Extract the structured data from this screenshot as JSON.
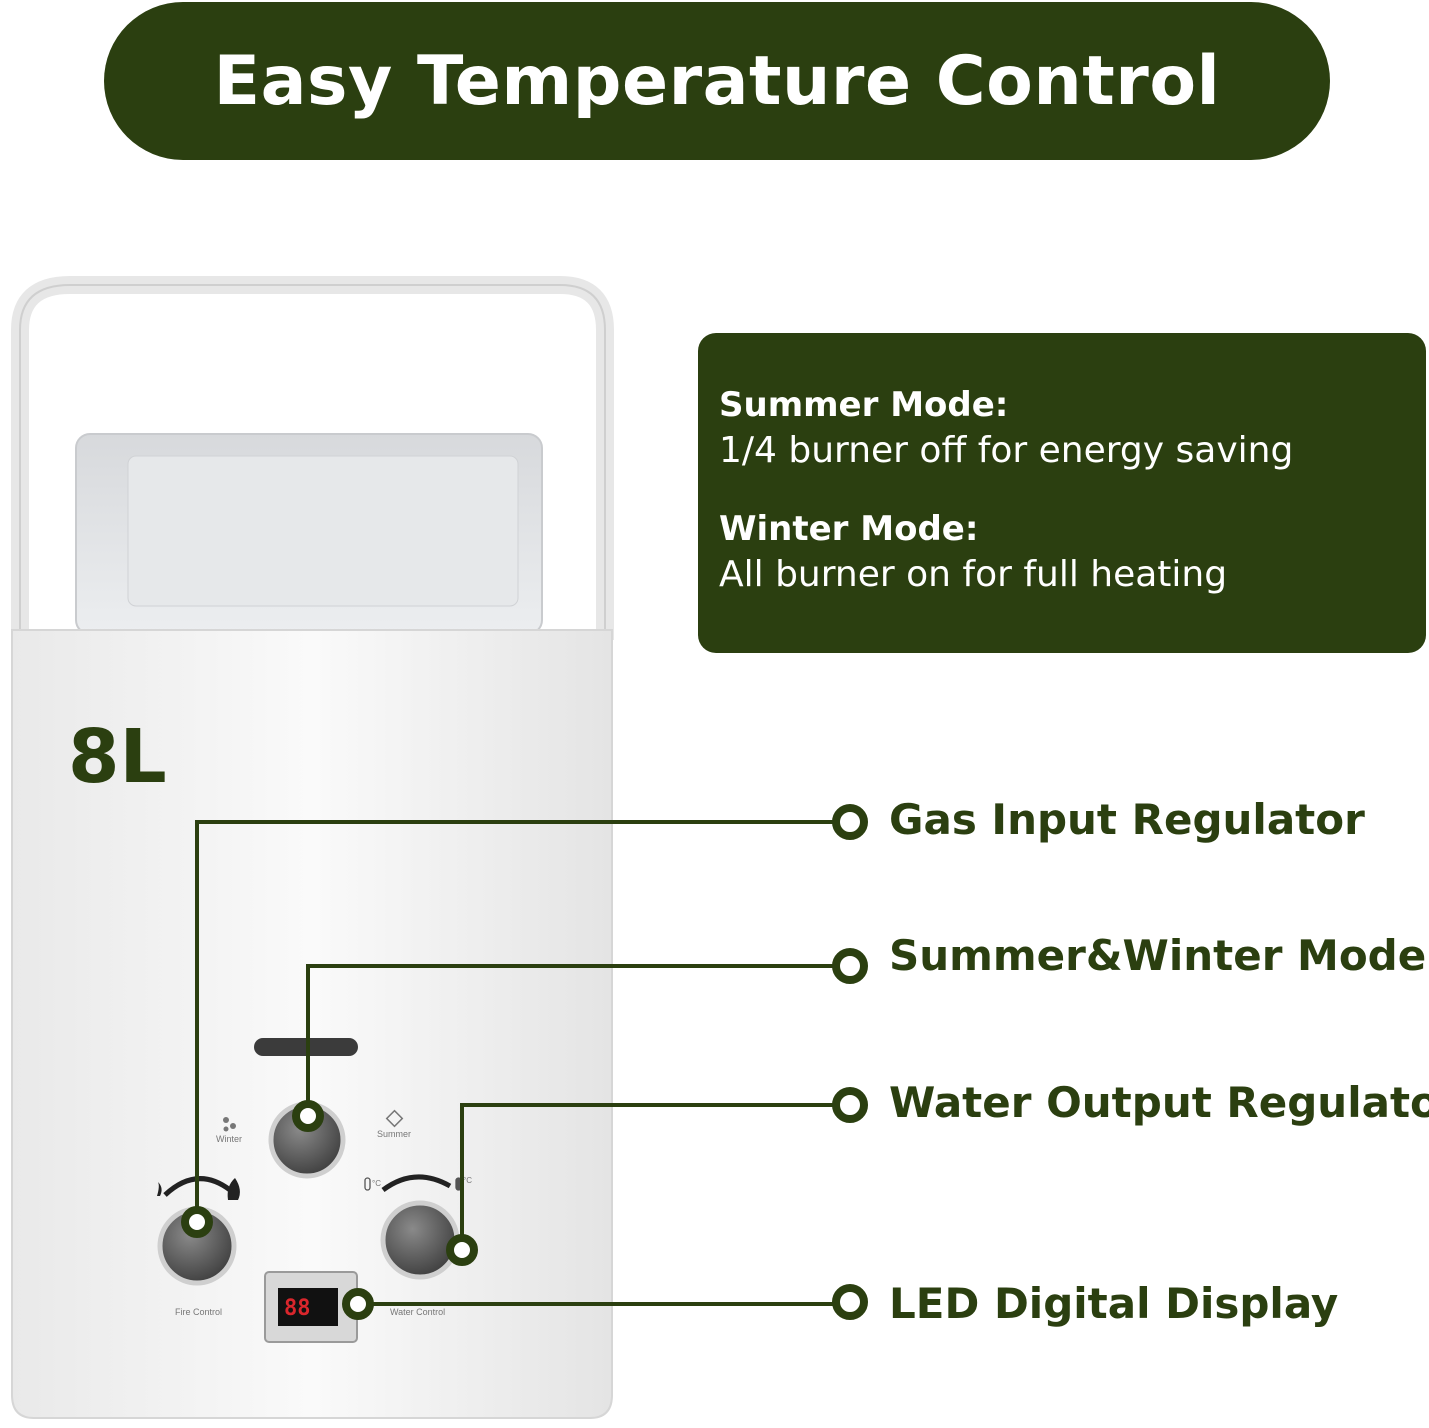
{
  "title": "Easy Temperature Control",
  "colors": {
    "brand_green": "#2b3f10",
    "heater_body": "#f4f4f4",
    "knob": "#555555"
  },
  "modes": [
    {
      "title": "Summer Mode:",
      "description": "1/4 burner off for energy saving"
    },
    {
      "title": "Winter Mode:",
      "description": "All burner on for full heating"
    }
  ],
  "product": {
    "capacity": "8L",
    "panel_labels": {
      "winter": "Winter",
      "summer": "Summer",
      "fire_control": "Fire Control",
      "water_control": "Water Control",
      "led_value": "88"
    }
  },
  "callouts": [
    {
      "label": "Gas Input Regulator"
    },
    {
      "label": "Summer&Winter Mode"
    },
    {
      "label": "Water Output Regulator"
    },
    {
      "label": "LED Digital Display"
    }
  ]
}
